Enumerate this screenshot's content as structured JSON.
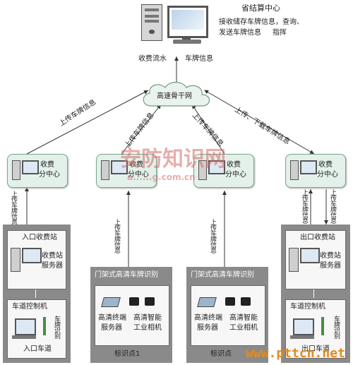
{
  "center": {
    "title": "省结算中心",
    "desc1": "接收储存车牌信息，查询、",
    "desc2": "发送车牌信息",
    "desc3": "指挥",
    "label_left": "收费流水",
    "label_right": "车牌信息"
  },
  "network": {
    "label": "高速骨干网"
  },
  "arrows": {
    "upload": "上传车牌信息",
    "upload_download": "上传、下载车牌信息"
  },
  "fee_centers": [
    {
      "line1": "收费",
      "line2": "分中心"
    },
    {
      "line1": "收费",
      "line2": "分中心"
    },
    {
      "line1": "收费",
      "line2": "分中心"
    },
    {
      "line1": "收费",
      "line2": "分中心"
    }
  ],
  "entry": {
    "station_title": "入口收费站",
    "server_label1": "收费站",
    "server_label2": "服务器",
    "lane_title": "车道控制机",
    "lane_label": "入口车道",
    "plate_vertical": "车牌识别"
  },
  "exit": {
    "station_title": "出口收费站",
    "server_label1": "收费站",
    "server_label2": "服务器",
    "lane_title": "车道控制机",
    "lane_label": "出口车道",
    "plate_vertical": "车牌识别"
  },
  "gantries": [
    {
      "title": "门架式高清车牌识别",
      "term1": "高清终端",
      "term2": "服务器",
      "cam1": "高清智能",
      "cam2": "工业相机",
      "point": "标识点1"
    },
    {
      "title": "门架式高清车牌识别",
      "term1": "高清终端",
      "term2": "服务器",
      "cam1": "高清智能",
      "cam2": "工业相机",
      "point": "标识点"
    }
  ],
  "watermarks": {
    "main": "安防知识网",
    "sub": "a......g.com.cn",
    "footer": "www.pttcn.net"
  }
}
